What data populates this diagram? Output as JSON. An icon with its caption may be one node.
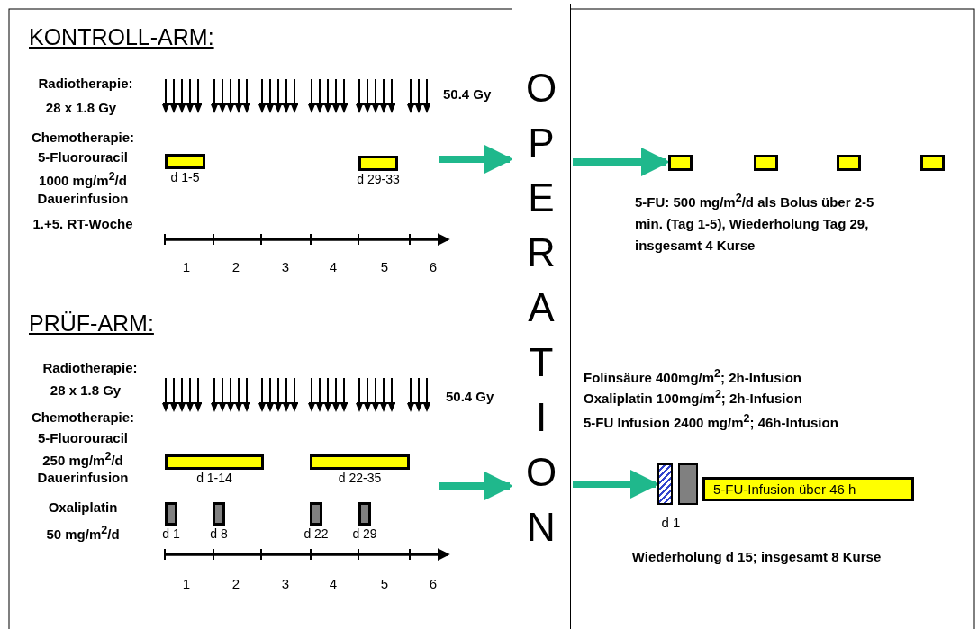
{
  "diagram": {
    "nodes": [
      {
        "text": [
          "OPERATION"
        ]
      },
      {
        "text": [],
        "shape": "bar",
        "beside": [
          "d 1-5"
        ]
      },
      {
        "text": [],
        "shape": "bar",
        "beside": [
          "d 29-33"
        ]
      },
      {
        "text": [],
        "shape": "bar"
      },
      {
        "text": [],
        "shape": "bar"
      },
      {
        "text": [],
        "shape": "bar"
      },
      {
        "text": [],
        "shape": "bar"
      },
      {
        "text": [],
        "shape": "bar",
        "beside": [
          "d 1-14"
        ]
      },
      {
        "text": [],
        "shape": "bar",
        "beside": [
          "d 22-35"
        ]
      },
      {
        "text": [],
        "shape": "bar",
        "beside": [
          "d 1"
        ]
      },
      {
        "text": [],
        "shape": "bar",
        "beside": [
          "d 8"
        ]
      },
      {
        "text": [],
        "shape": "bar",
        "beside": [
          "d 22"
        ]
      },
      {
        "text": [],
        "shape": "bar",
        "beside": [
          "d 29"
        ]
      },
      {
        "text": [],
        "shape": "box"
      },
      {
        "text": [],
        "shape": "box"
      },
      {
        "text": [
          "5-FU-Infusion über 46 h"
        ]
      }
    ],
    "edges": [
      {
        "from": null,
        "to": 0,
        "arrow": "to"
      },
      {
        "from": 0,
        "to": 3,
        "arrow": "to"
      },
      {
        "from": null,
        "to": 0,
        "arrow": "to"
      },
      {
        "from": 0,
        "to": 13,
        "arrow": "to"
      }
    ],
    "labels": [
      "KONTROLL-ARM:",
      "Radiotherapie:",
      "28 x 1.8 Gy",
      "50.4 Gy",
      "Chemotherapie:",
      "5-Fluorouracil",
      "1000 mg/m$^{2}$/d",
      "Dauerinfusion",
      "1.+5. RT-Woche",
      "1",
      "2",
      "3",
      "4",
      "5",
      "6",
      "5-FU: 500 mg/m$^{2}$/d als Bolus über 2-5 min. (Tag 1-5), Wiederholung Tag 29, insgesamt 4 Kurse",
      "PRÜF-ARM:",
      "Radiotherapie:",
      "28 x 1.8 Gy",
      "50.4 Gy",
      "Chemotherapie:",
      "5-Fluorouracil",
      "250 mg/m$^{2}$/d",
      "Dauerinfusion",
      "Oxaliplatin",
      "50 mg/m$^{2}$/d",
      "1",
      "2",
      "3",
      "4",
      "5",
      "6",
      "Folinsäure 400mg/m$^{2}$; 2h-Infusion",
      "Oxaliplatin 100mg/m$^{2}$; 2h-Infusion",
      "5-FU Infusion 2400 mg/m$^{2}$; 46h-Infusion",
      "d 1",
      "Wiederholung d 15; insgesamt 8 Kurse"
    ]
  }
}
